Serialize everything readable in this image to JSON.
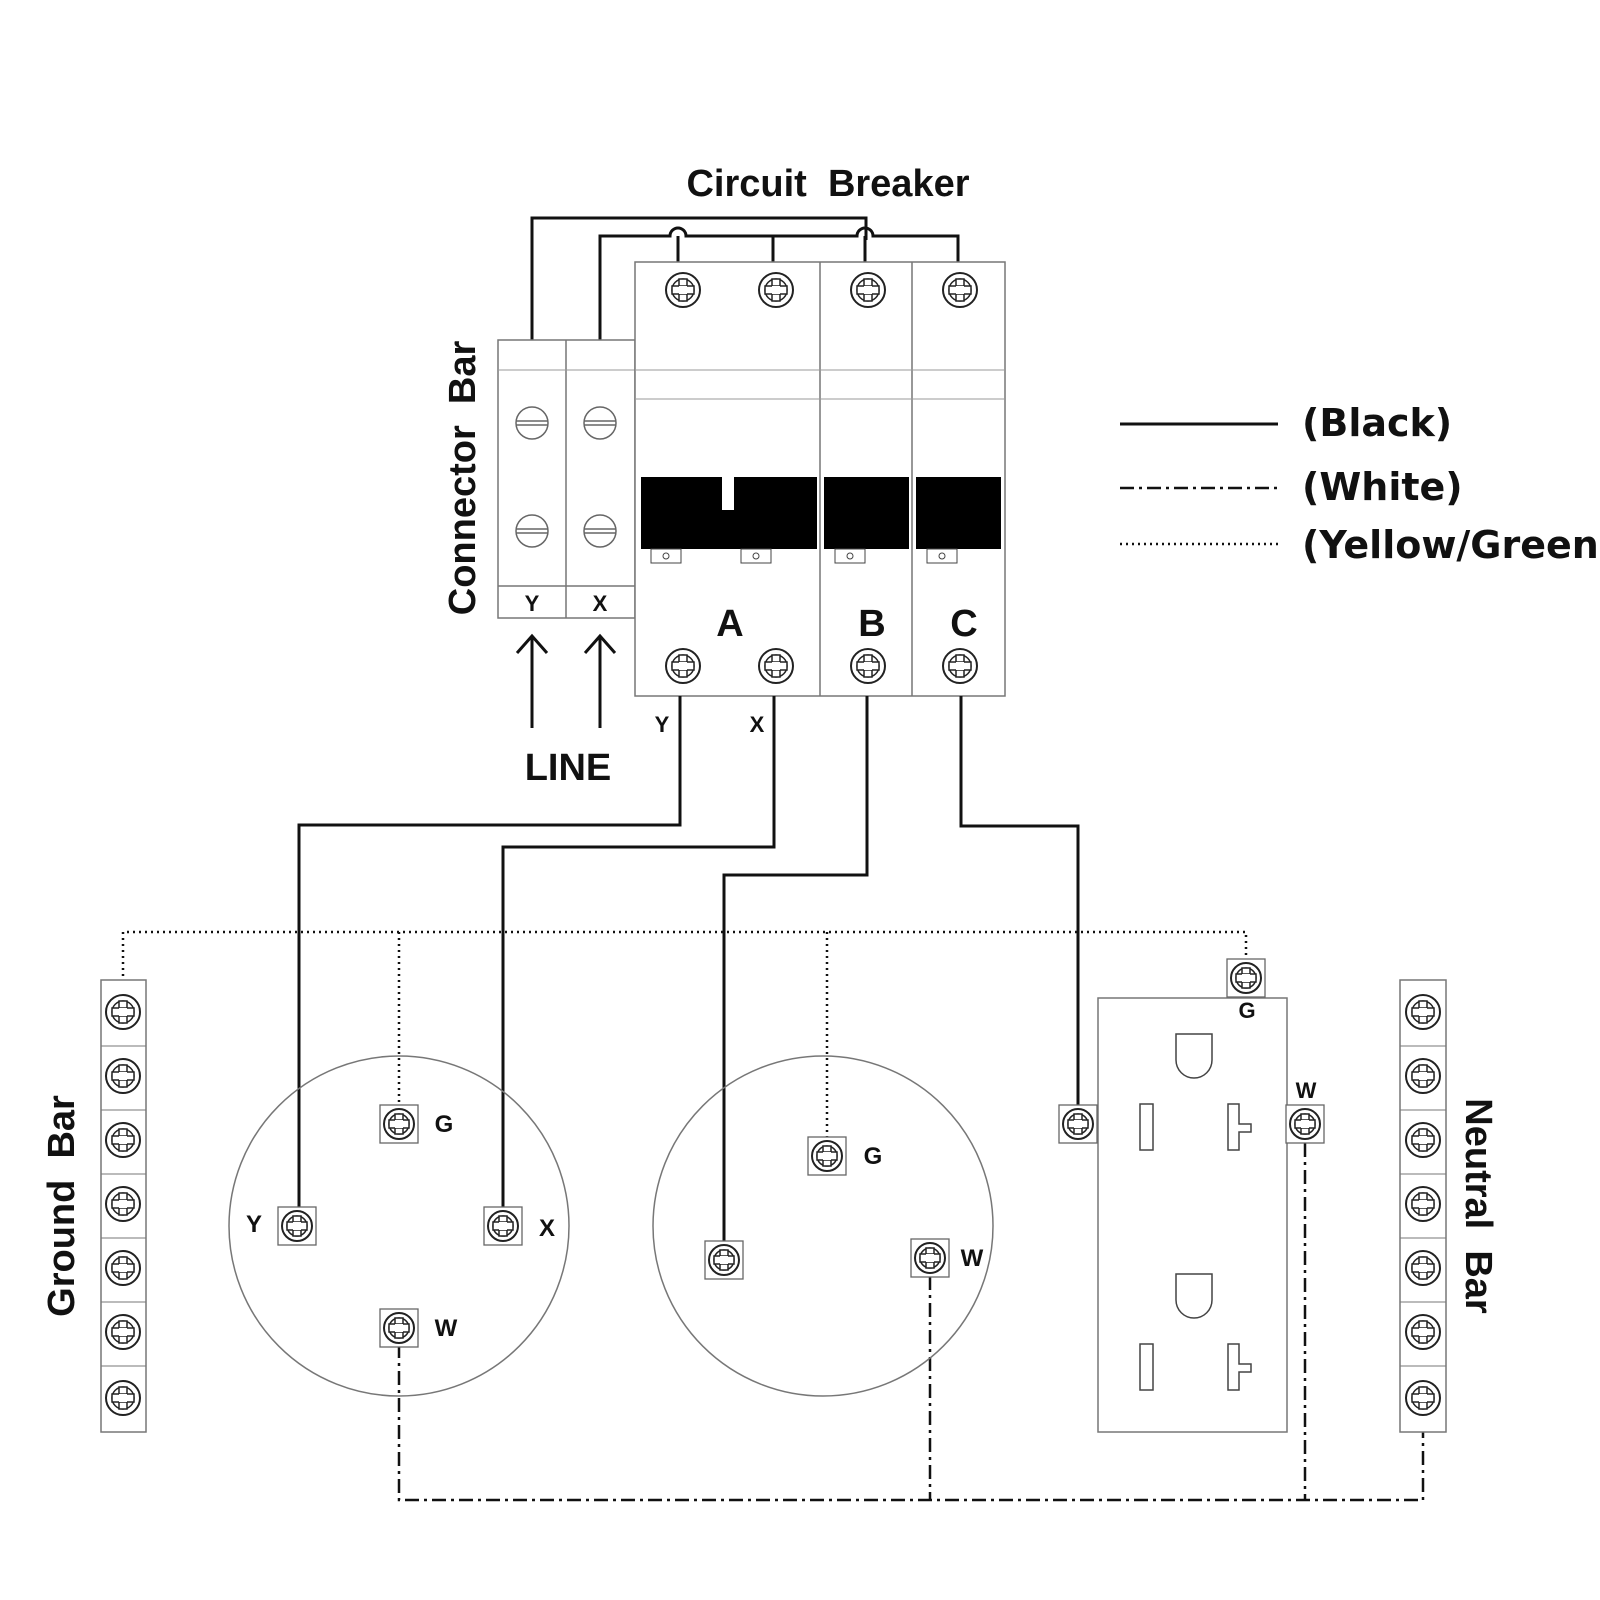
{
  "title": "Circuit  Breaker",
  "connector_bar": {
    "label": "Connector  Bar",
    "terminal_labels": [
      "Y",
      "X"
    ]
  },
  "breaker": {
    "pole_labels": [
      "A",
      "B",
      "C"
    ],
    "output_labels": [
      "Y",
      "X"
    ]
  },
  "line_label": "LINE",
  "legend": [
    {
      "style": "solid",
      "label": "(Black)"
    },
    {
      "style": "dash-dot",
      "label": "(White)"
    },
    {
      "style": "dotted",
      "label": "(Yellow/Green)"
    }
  ],
  "ground_bar": {
    "label": "Ground  Bar"
  },
  "neutral_bar": {
    "label": "Neutral  Bar"
  },
  "outlet_left": {
    "labels": {
      "g": "G",
      "y": "Y",
      "x": "X",
      "w": "W"
    }
  },
  "outlet_middle": {
    "labels": {
      "g": "G",
      "w": "W"
    }
  },
  "receptacle": {
    "labels": {
      "g": "G",
      "w": "W"
    }
  },
  "colors": {
    "wire": "#111111",
    "outline": "#777777"
  }
}
